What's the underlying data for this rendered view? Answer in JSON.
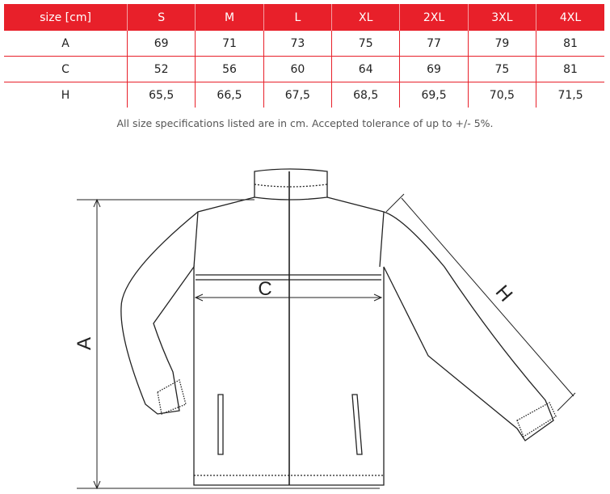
{
  "table": {
    "headers": [
      "size [cm]",
      "S",
      "M",
      "L",
      "XL",
      "2XL",
      "3XL",
      "4XL"
    ],
    "rows": [
      [
        "A",
        "69",
        "71",
        "73",
        "75",
        "77",
        "79",
        "81"
      ],
      [
        "C",
        "52",
        "56",
        "60",
        "64",
        "69",
        "75",
        "81"
      ],
      [
        "H",
        "65,5",
        "66,5",
        "67,5",
        "68,5",
        "69,5",
        "70,5",
        "71,5"
      ]
    ]
  },
  "note": "All size specifications listed are in cm. Accepted tolerance of up to +/- 5%.",
  "diagram": {
    "label_a": "A",
    "label_c": "C",
    "label_h": "H"
  },
  "colors": {
    "accent": "#e8202a"
  }
}
